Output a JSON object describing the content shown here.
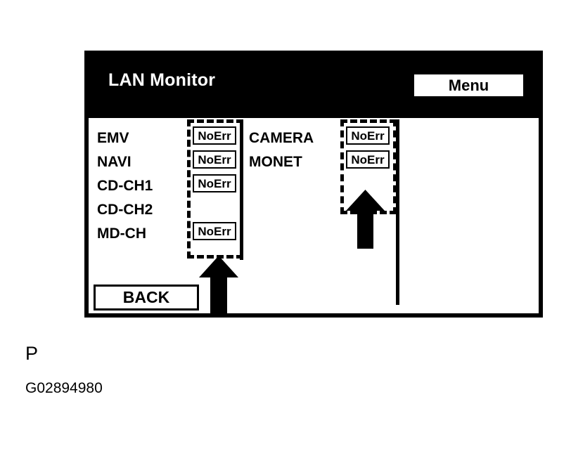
{
  "header": {
    "title": "LAN Monitor",
    "menu_label": "Menu"
  },
  "content": {
    "left_column": {
      "rows": [
        {
          "label": "EMV",
          "status": "NoErr",
          "has_status": true
        },
        {
          "label": "NAVI",
          "status": "NoErr",
          "has_status": true
        },
        {
          "label": "CD-CH1",
          "status": "NoErr",
          "has_status": true
        },
        {
          "label": "CD-CH2",
          "status": "",
          "has_status": false
        },
        {
          "label": "MD-CH",
          "status": "NoErr",
          "has_status": true
        }
      ]
    },
    "right_column": {
      "rows": [
        {
          "label": "CAMERA",
          "status": "NoErr",
          "has_status": true
        },
        {
          "label": "MONET",
          "status": "NoErr",
          "has_status": true
        }
      ]
    }
  },
  "footer": {
    "back_label": "BACK"
  },
  "annotations": {
    "arrow_left_name": "up-arrow-icon",
    "arrow_right_name": "up-arrow-icon"
  },
  "caption": {
    "letter": "P",
    "code": "G02894980"
  },
  "colors": {
    "panel_border": "#000000",
    "title_bar_bg": "#000000",
    "title_text": "#ffffff",
    "screen_bg": "#ffffff",
    "text": "#000000"
  }
}
